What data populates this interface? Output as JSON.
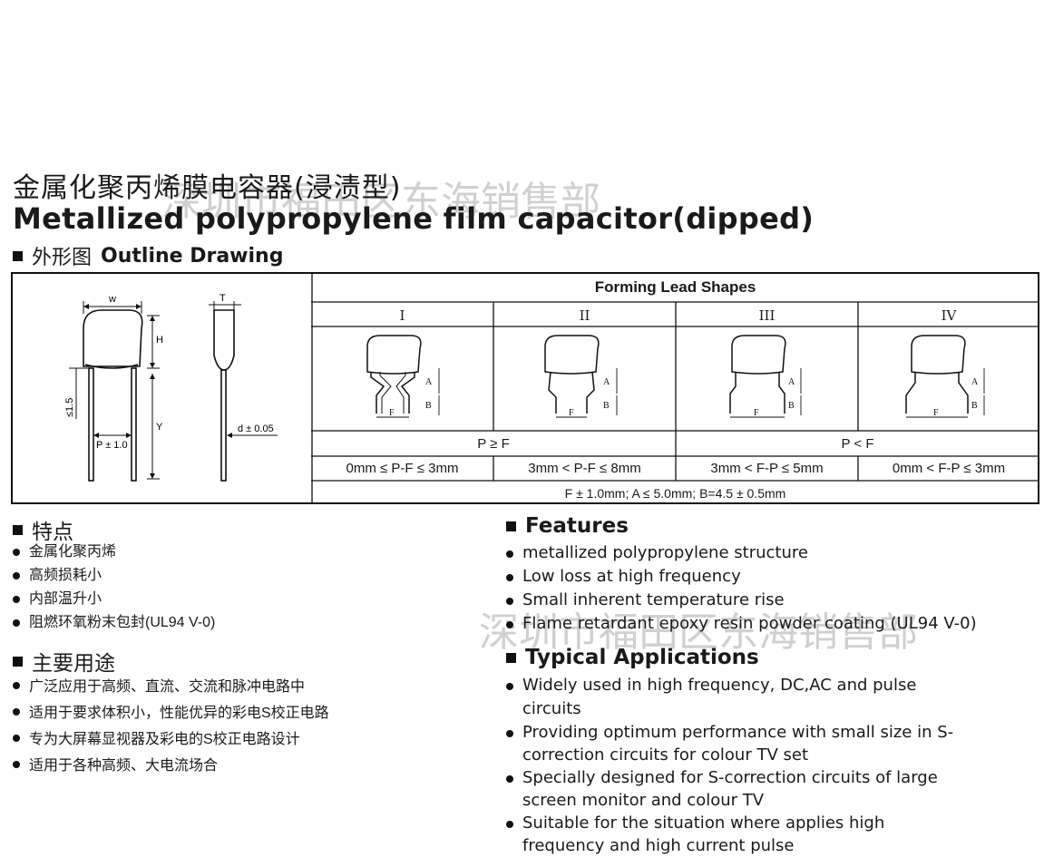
{
  "title_cn": "金属化聚丙烯膜电容器(浸渍型)",
  "title_en": "Metallized polypropylene film capacitor(dipped)",
  "outline": {
    "cn": "外形图",
    "en": "Outline Drawing"
  },
  "drawing_labels": {
    "w": "w",
    "h": "H",
    "y": "Y",
    "t": "T",
    "lead": "≤1.5",
    "pitch": "P ± 1.0",
    "d": "d ± 0.05"
  },
  "forming": {
    "header": "Forming Lead Shapes",
    "types": [
      "I",
      "II",
      "III",
      "IV"
    ],
    "shape_labels": {
      "a": "A",
      "b": "B",
      "f": "F"
    },
    "relations": [
      "P ≥ F",
      "P < F"
    ],
    "ranges": [
      "0mm ≤ P-F ≤ 3mm",
      "3mm < P-F ≤ 8mm",
      "3mm < F-P ≤ 5mm",
      "0mm < F-P ≤ 3mm"
    ],
    "tolerance": "F ± 1.0mm; A ≤ 5.0mm; B=4.5 ± 0.5mm"
  },
  "features_cn": {
    "heading": "特点",
    "items": [
      "金属化聚丙烯",
      "高频损耗小",
      "内部温升小",
      "阻燃环氧粉末包封(UL94 V-0)"
    ]
  },
  "applications_cn": {
    "heading": "主要用途",
    "items": [
      "广泛应用于高频、直流、交流和脉冲电路中",
      "适用于要求体积小，性能优异的彩电S校正电路",
      "专为大屏幕显视器及彩电的S校正电路设计",
      "适用于各种高频、大电流场合"
    ]
  },
  "features_en": {
    "heading": "Features",
    "items": [
      "metallized polypropylene structure",
      "Low loss at high frequency",
      "Small inherent temperature rise",
      "Flame retardant epoxy resin powder coating (UL94 V-0)"
    ]
  },
  "applications_en": {
    "heading": "Typical  Applications",
    "items": [
      "Widely used in high frequency, DC,AC and pulse circuits",
      "Providing optimum performance with small size in S-correction circuits for colour TV set",
      "Specially designed for S-correction circuits of large screen monitor and colour TV",
      "Suitable for the situation where applies high frequency and high current pulse"
    ]
  },
  "watermarks": [
    "深圳市福田区东海销售部",
    "深圳市福田区东海销售部"
  ]
}
